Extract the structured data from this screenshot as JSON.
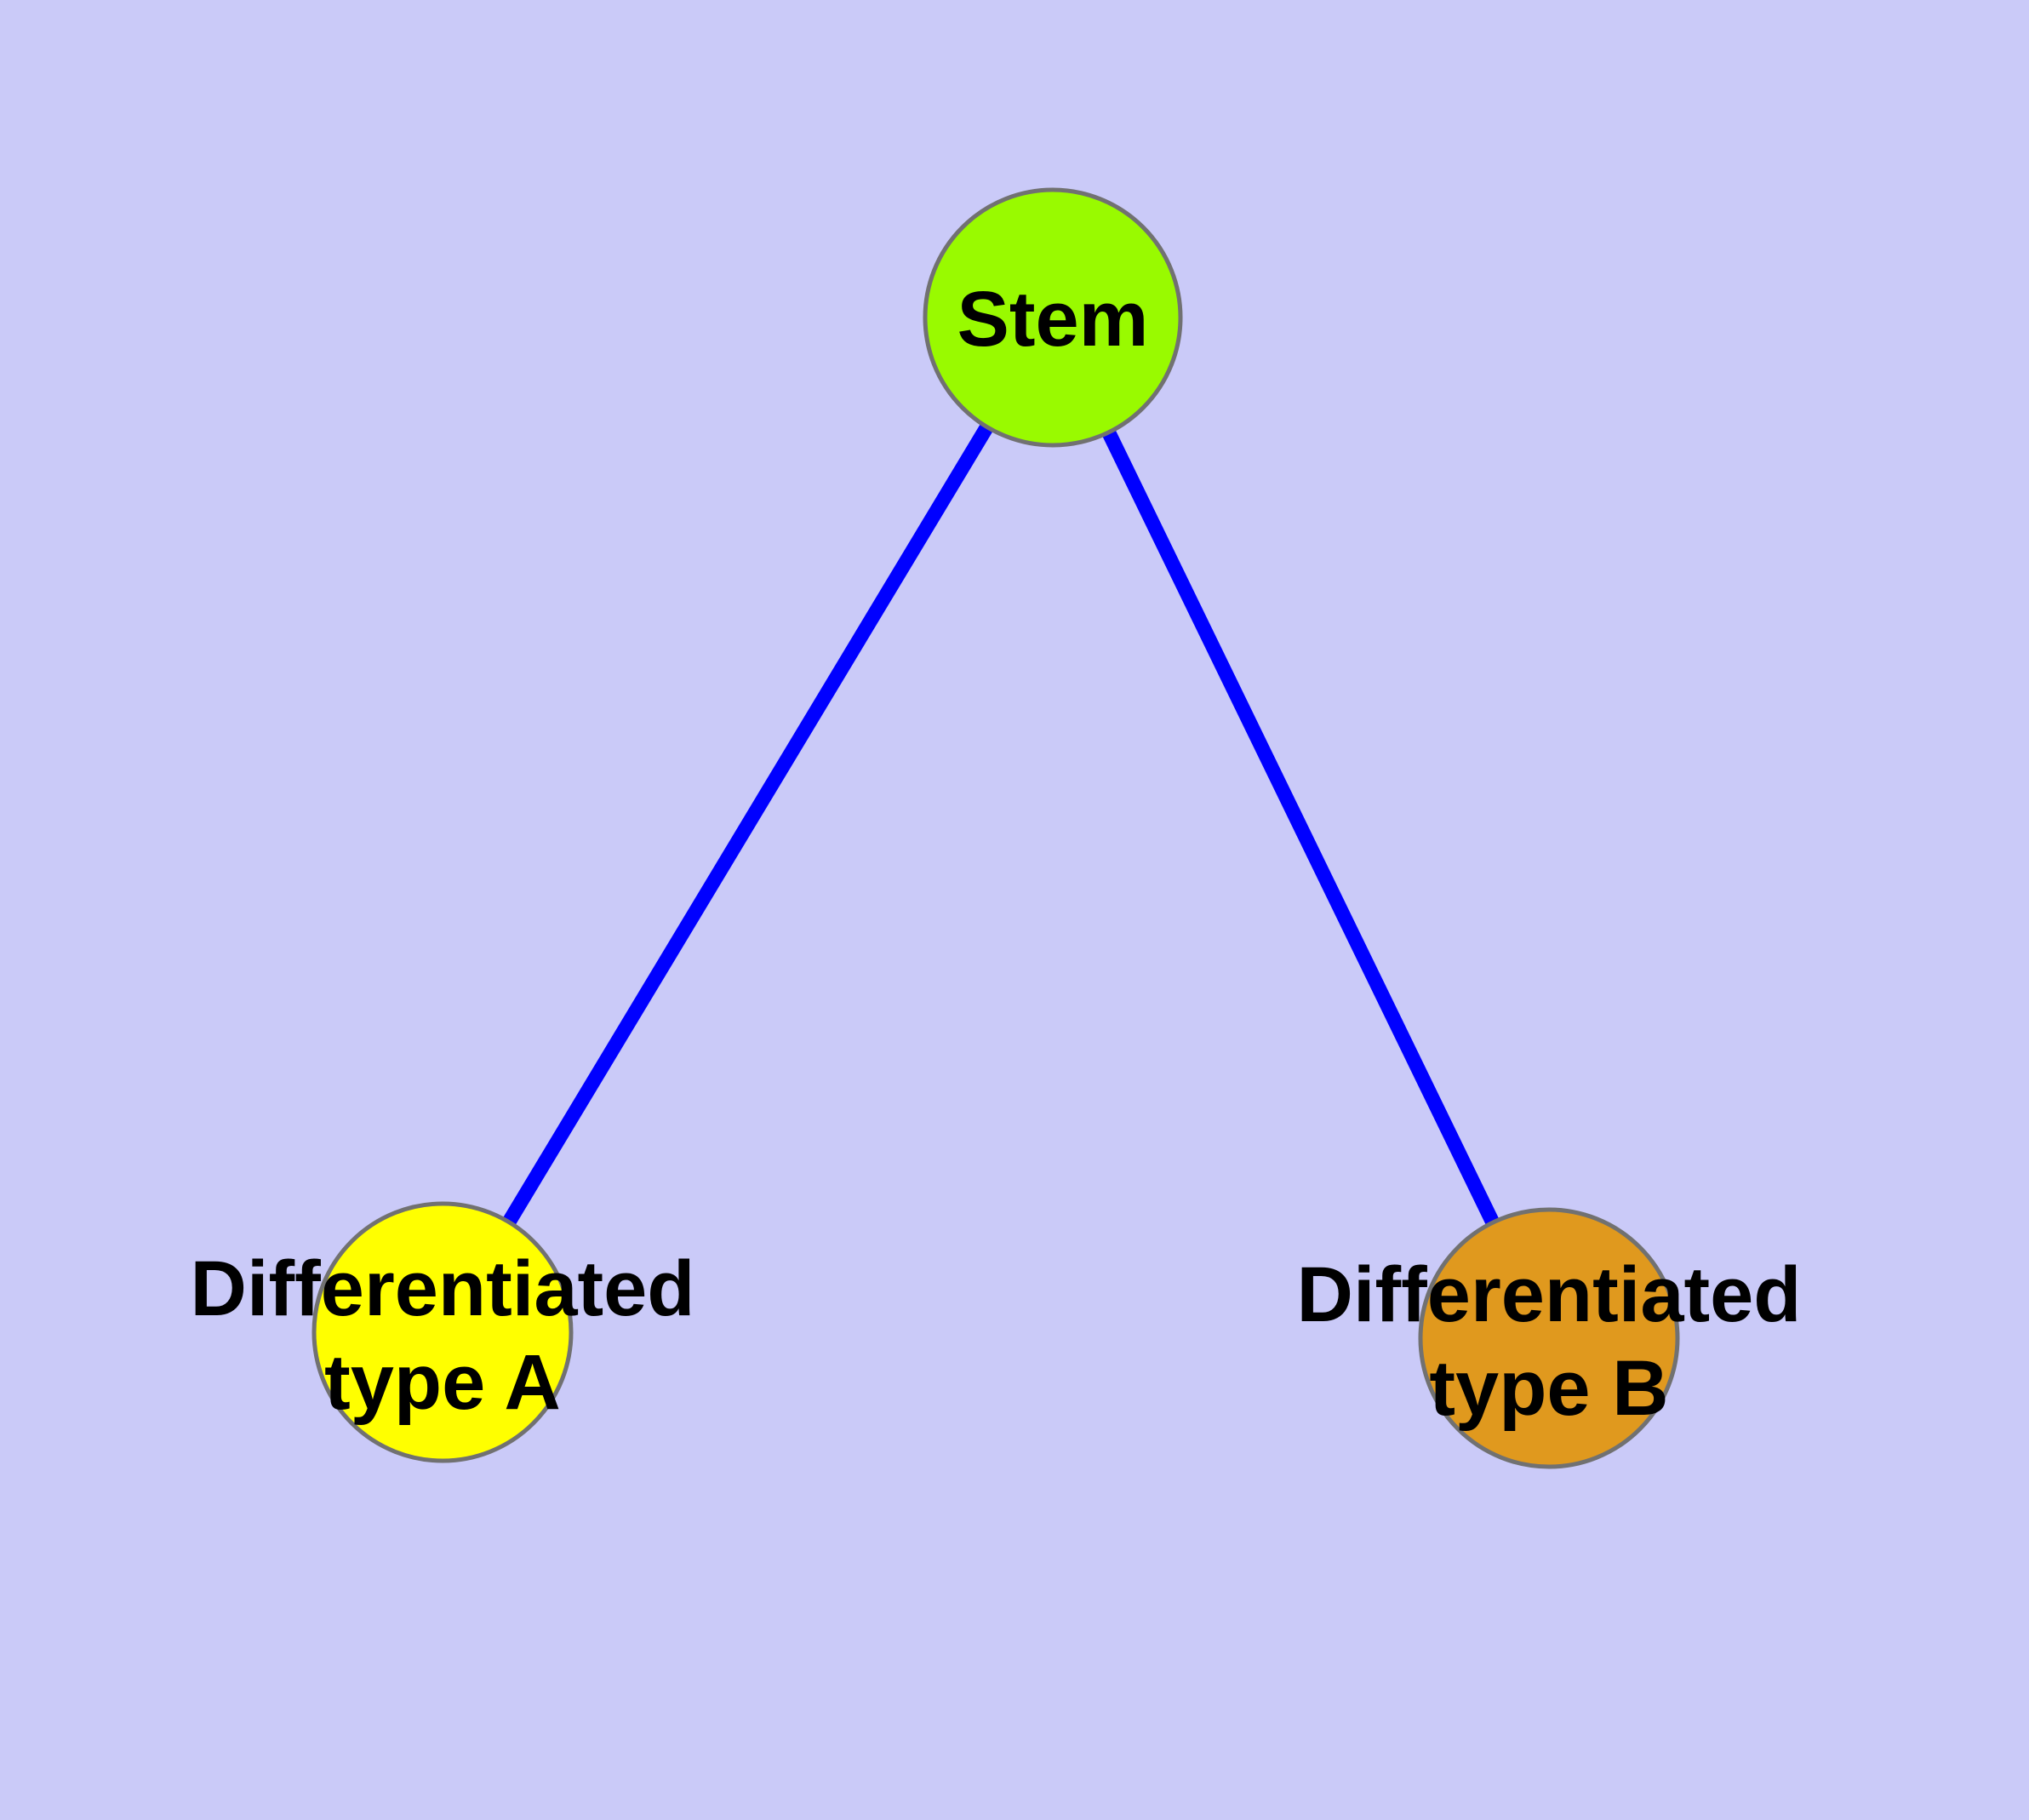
{
  "diagram": {
    "type": "node-link-graph",
    "background_color": "#cacaf8",
    "edge_color": "#0000ff",
    "node_border_color": "#717171",
    "label_color": "#000000",
    "nodes": [
      {
        "id": "stem",
        "label": "Stem",
        "fill": "#99fa00"
      },
      {
        "id": "differentiated-type-a",
        "label": "Differentiated type A",
        "label_line1": "Differentiated",
        "label_line2": "type A",
        "fill": "#ffff00"
      },
      {
        "id": "differentiated-type-b",
        "label": "Differentiated type B",
        "label_line1": "Differentiated",
        "label_line2": "type B",
        "fill": "#e0991e"
      }
    ],
    "edges": [
      {
        "from": "Stem",
        "to": "Differentiated type A"
      },
      {
        "from": "Stem",
        "to": "Differentiated type B"
      }
    ]
  }
}
